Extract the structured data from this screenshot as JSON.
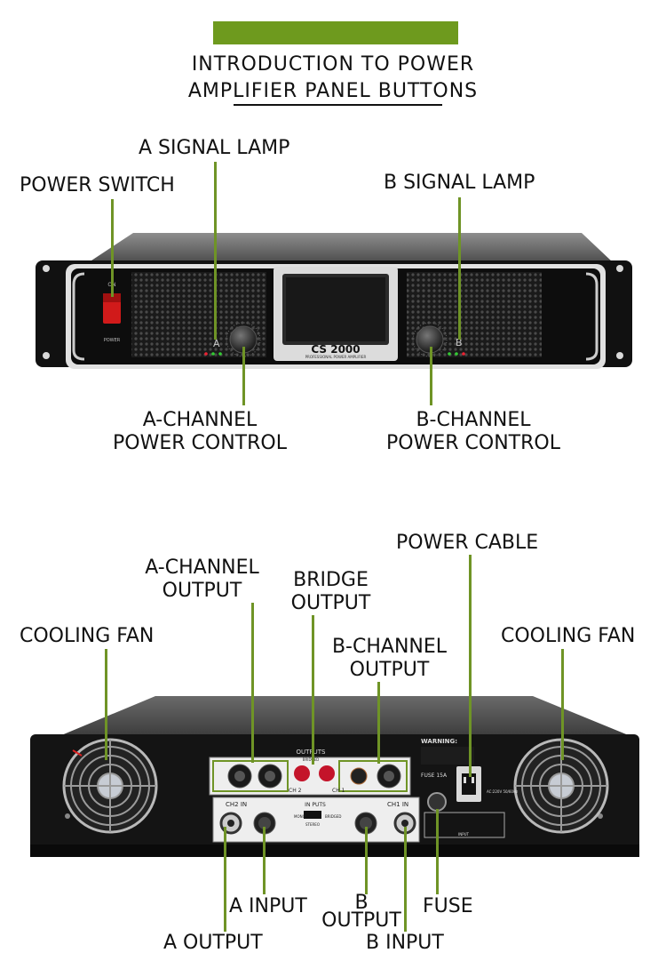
{
  "header": {
    "title_line1": "INTRODUCTION TO POWER",
    "title_line2": "AMPLIFIER PANEL BUTTONS",
    "accent_color": "#6e9a1e"
  },
  "front": {
    "model": "CS 2000",
    "model_sub": "PROFESSIONAL POWER AMPLIFIER",
    "labels": {
      "power_switch": "POWER SWITCH",
      "a_signal_lamp": "A SIGNAL LAMP",
      "b_signal_lamp": "B SIGNAL LAMP",
      "a_power_line1": "A-CHANNEL",
      "a_power_line2": "POWER CONTROL",
      "b_power_line1": "B-CHANNEL",
      "b_power_line2": "POWER CONTROL"
    },
    "panel_text": {
      "on": "ON",
      "power": "POWER",
      "ch_a": "A",
      "ch_b": "B"
    }
  },
  "rear": {
    "labels": {
      "cooling_fan_left": "COOLING FAN",
      "a_out_line1": "A-CHANNEL",
      "a_out_line2": "OUTPUT",
      "bridge_line1": "BRIDGE",
      "bridge_line2": "OUTPUT",
      "b_out_line1": "B-CHANNEL",
      "b_out_line2": "OUTPUT",
      "power_cable": "POWER CABLE",
      "cooling_fan_right": "COOLING FAN",
      "a_input": "A INPUT",
      "a_output": "A OUTPUT",
      "b_output_line1": "B",
      "b_output_line2": "OUTPUT",
      "b_input": "B INPUT",
      "fuse": "FUSE"
    },
    "panel_text": {
      "outputs": "OUTPUTS",
      "bridged": "BRIDGED",
      "ch2": "CH 2",
      "ch1": "CH 1",
      "ch2_in": "CH2 IN",
      "ch1_in": "CH1 IN",
      "inputs": "IN PUTS",
      "mono": "MONO",
      "stereo": "STEREO",
      "bridged2": "BRIDGED",
      "warning": "WARNING:",
      "fuse_rating": "FUSE 15A",
      "ac": "AC:220V 50/60Hz",
      "input": "INPUT"
    }
  }
}
